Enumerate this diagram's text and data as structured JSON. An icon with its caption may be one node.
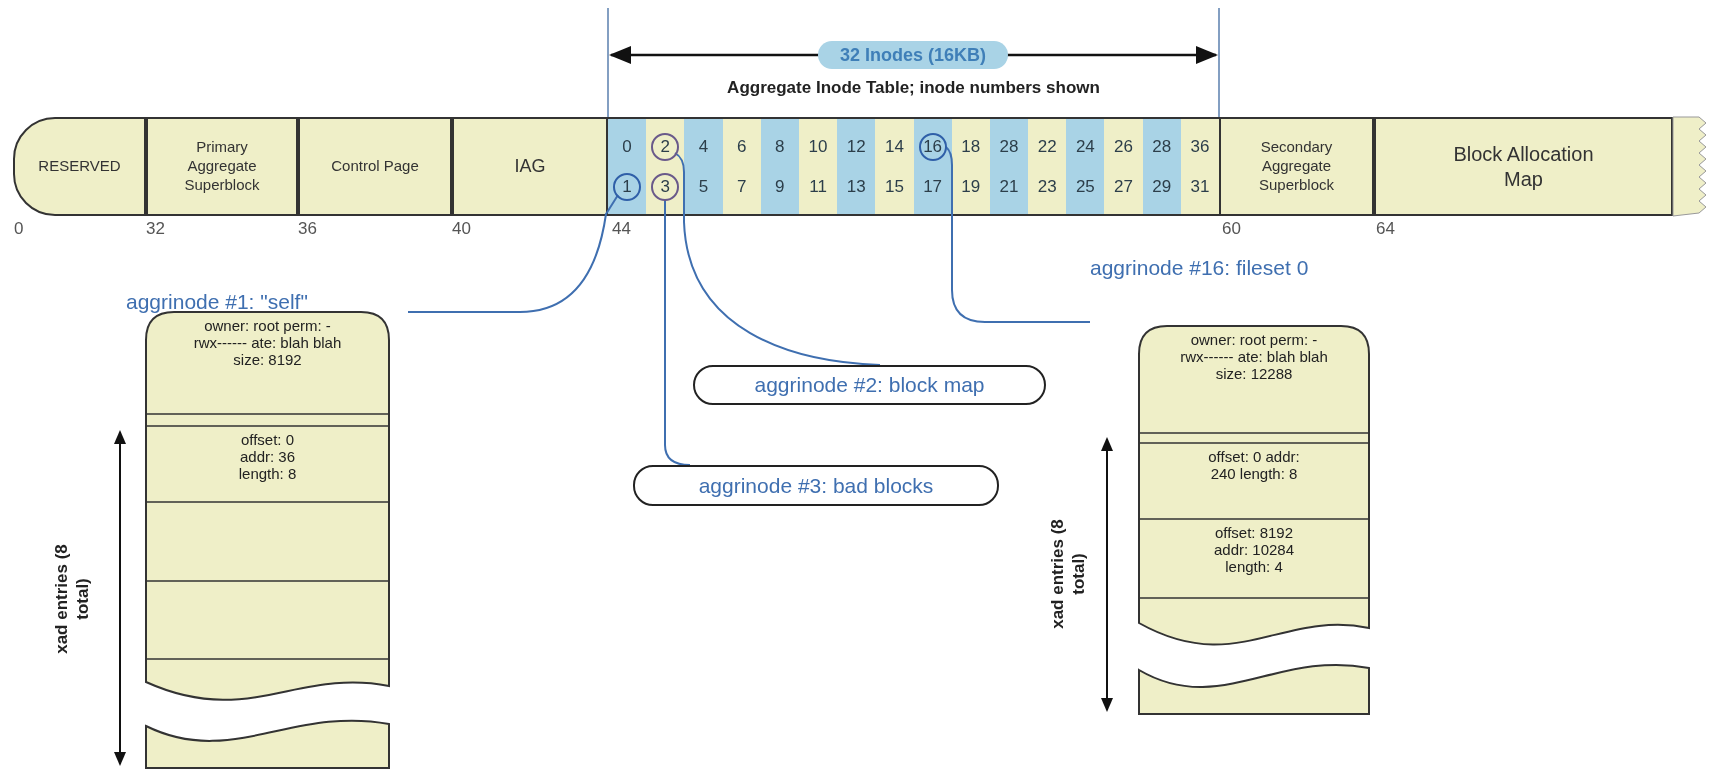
{
  "diagram": {
    "nodes": [
      {
        "text": [
          "RESERVED"
        ]
      },
      {
        "text": [
          "Primary Aggregate Superblock"
        ]
      },
      {
        "text": [
          "Control Page"
        ]
      },
      {
        "text": [
          "IAG"
        ]
      },
      {
        "text": [
          "Aggregate Inode Table; inode numbers shown"
        ]
      },
      {
        "text": [
          "0"
        ],
        "in": 4
      },
      {
        "text": [
          "2"
        ],
        "in": 4
      },
      {
        "text": [
          "4"
        ],
        "in": 4
      },
      {
        "text": [
          "6"
        ],
        "in": 4
      },
      {
        "text": [
          "8"
        ],
        "in": 4
      },
      {
        "text": [
          "10"
        ],
        "in": 4
      },
      {
        "text": [
          "12"
        ],
        "in": 4
      },
      {
        "text": [
          "14"
        ],
        "in": 4
      },
      {
        "text": [
          "16"
        ],
        "in": 4
      },
      {
        "text": [
          "18"
        ],
        "in": 4
      },
      {
        "text": [
          "28"
        ],
        "in": 4
      },
      {
        "text": [
          "22"
        ],
        "in": 4
      },
      {
        "text": [
          "24"
        ],
        "in": 4
      },
      {
        "text": [
          "26"
        ],
        "in": 4
      },
      {
        "text": [
          "28"
        ],
        "in": 4
      },
      {
        "text": [
          "36"
        ],
        "in": 4
      },
      {
        "text": [
          "1"
        ],
        "in": 4
      },
      {
        "text": [
          "3"
        ],
        "in": 4
      },
      {
        "text": [
          "5"
        ],
        "in": 4
      },
      {
        "text": [
          "7"
        ],
        "in": 4
      },
      {
        "text": [
          "9"
        ],
        "in": 4
      },
      {
        "text": [
          "11"
        ],
        "in": 4
      },
      {
        "text": [
          "13"
        ],
        "in": 4
      },
      {
        "text": [
          "15"
        ],
        "in": 4
      },
      {
        "text": [
          "17"
        ],
        "in": 4
      },
      {
        "text": [
          "19"
        ],
        "in": 4
      },
      {
        "text": [
          "21"
        ],
        "in": 4
      },
      {
        "text": [
          "23"
        ],
        "in": 4
      },
      {
        "text": [
          "25"
        ],
        "in": 4
      },
      {
        "text": [
          "27"
        ],
        "in": 4
      },
      {
        "text": [
          "29"
        ],
        "in": 4
      },
      {
        "text": [
          "31"
        ],
        "in": 4
      },
      {
        "text": [
          "Secondary Aggregate Superblock"
        ]
      },
      {
        "text": [
          "Block Allocation Map"
        ]
      },
      {
        "text": [
          "aggrinode #1: \"self\"",
          "owner: root perm: -rwx------ ate: blah blah size: 8192",
          "offset: 0 addr: 36 length: 8"
        ],
        "beside": [
          "xad entries (8 total)"
        ]
      },
      {
        "text": [
          "aggrinode #2: block map"
        ]
      },
      {
        "text": [
          "aggrinode #3: bad blocks"
        ]
      },
      {
        "text": [
          "aggrinode #16: fileset 0",
          "owner: root perm: -rwx------ ate: blah blah size: 12288",
          "offset: 0 addr: 240 length: 8",
          "offset: 8192 addr: 10284 length: 4"
        ],
        "beside": [
          "xad entries (8 total)"
        ]
      }
    ],
    "edges": [
      {
        "from": 21,
        "to": 39,
        "arrow": "none"
      },
      {
        "from": 6,
        "to": 40,
        "arrow": "none"
      },
      {
        "from": 22,
        "to": 41,
        "arrow": "none"
      },
      {
        "from": 13,
        "to": 42,
        "arrow": "none"
      }
    ],
    "labels": [
      "32 Inodes (16KB)",
      "0",
      "32",
      "36",
      "40",
      "44",
      "60",
      "64"
    ]
  }
}
